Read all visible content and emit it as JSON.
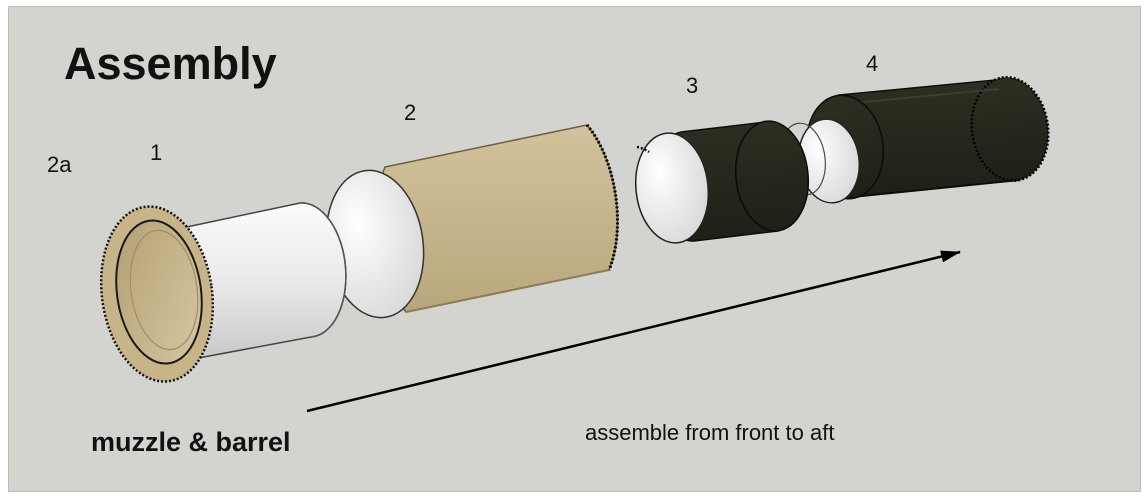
{
  "title": "Assembly",
  "part_labels": {
    "p2a": "2a",
    "p1": "1",
    "p2": "2",
    "p3": "3",
    "p4": "4"
  },
  "caption_left": "muzzle & barrel",
  "caption_right": "assemble from front to aft",
  "colors": {
    "background": "#d3d3cf",
    "muzzle_ring": "#c8b489",
    "tube_light": "#f0f0f0",
    "tube_tan": "#c6b58c",
    "tube_dark": "#26291d",
    "arrow": "#000000"
  }
}
